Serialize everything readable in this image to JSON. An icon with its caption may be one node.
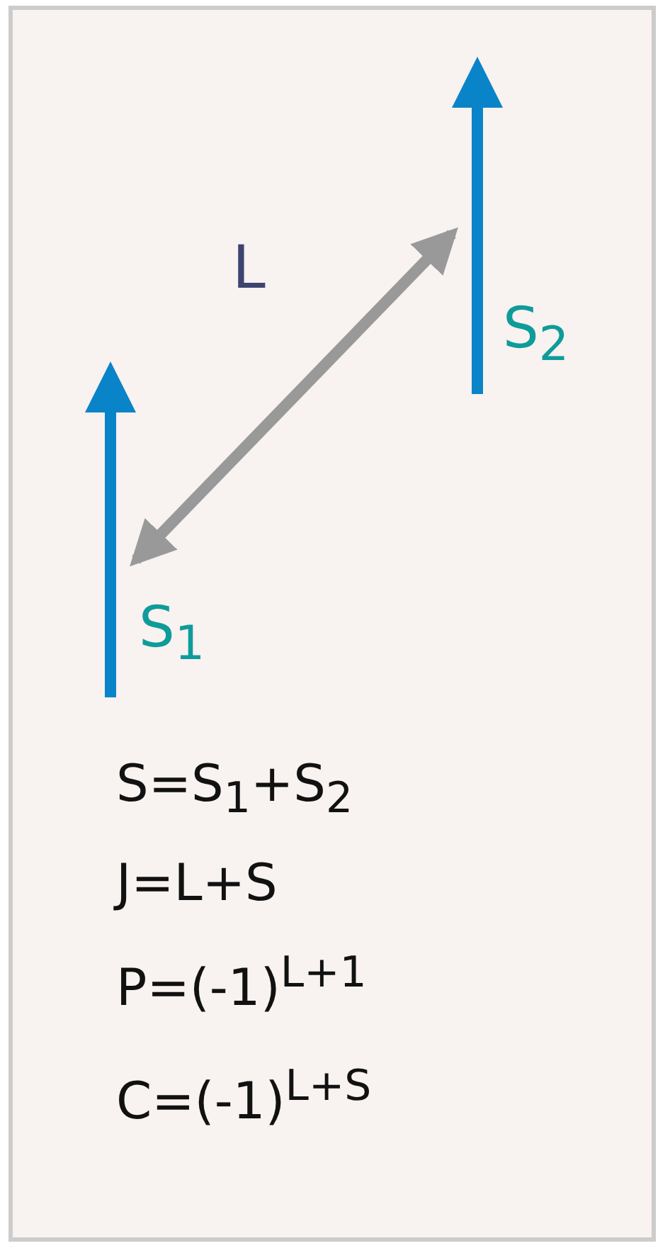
{
  "diagram": {
    "nodes": [
      {
        "text": [],
        "shape": "arrow",
        "beside": [
          "S$_{2}$"
        ]
      },
      {
        "text": [],
        "shape": "arrow",
        "beside": [
          "S$_{1}$"
        ]
      }
    ],
    "edges": [
      {
        "from": 1,
        "to": 0,
        "arrow": "both",
        "label": "L"
      }
    ],
    "labels": [
      "S=S$_{1}$+S$_{2}$",
      "J=L+S",
      "P=(-1)$^{L+1}$",
      "C=(-1)$^{L+S}$"
    ]
  }
}
